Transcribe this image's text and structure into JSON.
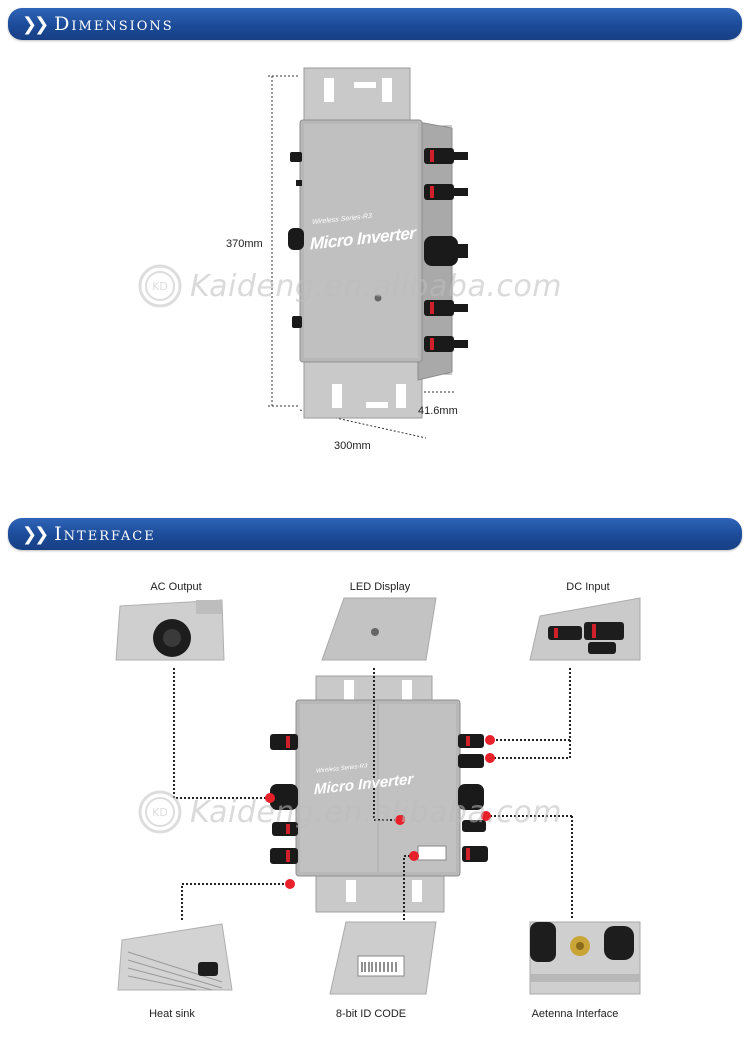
{
  "sections": {
    "dimensions": {
      "title": "Dimensions"
    },
    "interface": {
      "title": "Interface"
    }
  },
  "dimensions": {
    "height_label": "370mm",
    "width_label": "300mm",
    "depth_label": "41.6mm",
    "device": {
      "series": "Wireless Series-R3",
      "name": "Micro Inverter"
    }
  },
  "interface": {
    "callouts": {
      "ac_output": "AC Output",
      "led_display": "LED Display",
      "dc_input": "DC Input",
      "heat_sink": "Heat sink",
      "id_code": "8-bit ID CODE",
      "antenna": "Aetenna Interface"
    },
    "device": {
      "series": "Wireless Series-R3",
      "name": "Micro Inverter"
    }
  },
  "watermark": {
    "text": "Kaideng.en.alibaba.com",
    "logo": "KD"
  },
  "colors": {
    "banner": "#1c4b98",
    "marker": "#e8202a",
    "device": "#b4b4b4"
  }
}
